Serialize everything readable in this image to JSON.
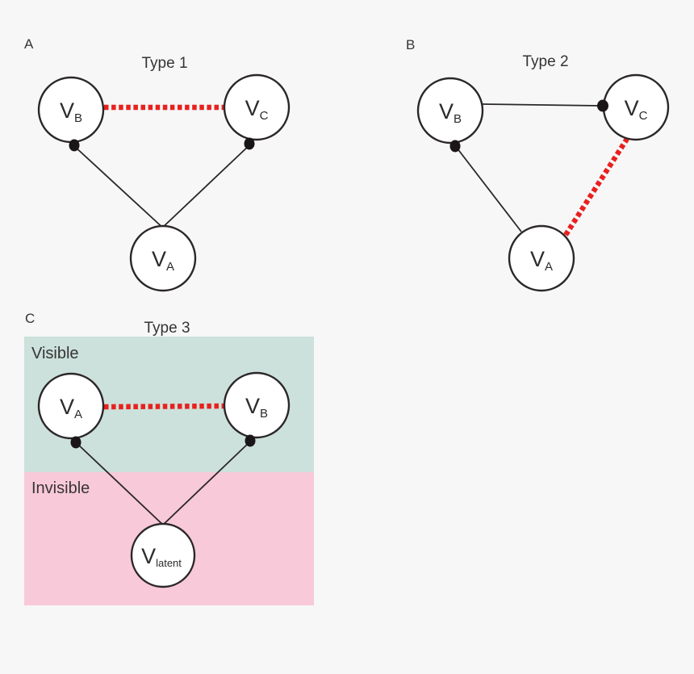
{
  "colors": {
    "background": "#f7f7f7",
    "node_fill": "#ffffff",
    "node_stroke": "#2b2728",
    "edge_black": "#2b2728",
    "edge_red": "#e8211e",
    "dot": "#1a1617",
    "visible_region": "#cce1db",
    "invisible_region": "#f8c9d9",
    "text": "#363434"
  },
  "panels": {
    "a": {
      "label": "A",
      "title": "Type 1",
      "nodes": {
        "vb": {
          "main": "V",
          "sub": "B"
        },
        "vc": {
          "main": "V",
          "sub": "C"
        },
        "va": {
          "main": "V",
          "sub": "A"
        }
      },
      "edges": [
        {
          "from": "VB",
          "to": "VC",
          "style": "red-dashed"
        },
        {
          "from": "VA",
          "to": "VB",
          "style": "solid-dot-at-VB"
        },
        {
          "from": "VA",
          "to": "VC",
          "style": "solid-dot-at-VC"
        }
      ]
    },
    "b": {
      "label": "B",
      "title": "Type 2",
      "nodes": {
        "vb": {
          "main": "V",
          "sub": "B"
        },
        "vc": {
          "main": "V",
          "sub": "C"
        },
        "va": {
          "main": "V",
          "sub": "A"
        }
      },
      "edges": [
        {
          "from": "VB",
          "to": "VC",
          "style": "solid-dot-at-VC"
        },
        {
          "from": "VA",
          "to": "VB",
          "style": "solid-dot-at-VB"
        },
        {
          "from": "VA",
          "to": "VC",
          "style": "red-dashed"
        }
      ]
    },
    "c": {
      "label": "C",
      "title": "Type 3",
      "regions": {
        "visible": "Visible",
        "invisible": "Invisible"
      },
      "nodes": {
        "va": {
          "main": "V",
          "sub": "A"
        },
        "vb": {
          "main": "V",
          "sub": "B"
        },
        "vlatent": {
          "main": "V",
          "sub": "latent"
        }
      },
      "edges": [
        {
          "from": "VA",
          "to": "VB",
          "style": "red-dashed"
        },
        {
          "from": "Vlatent",
          "to": "VA",
          "style": "solid-dot-at-VA"
        },
        {
          "from": "Vlatent",
          "to": "VB",
          "style": "solid-dot-at-VB"
        }
      ]
    }
  }
}
